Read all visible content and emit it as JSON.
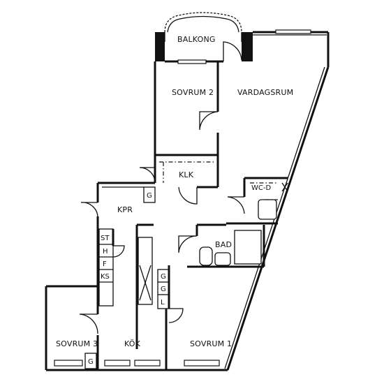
{
  "rooms": {
    "balkong": "BALKONG",
    "sovrum2": "SOVRUM 2",
    "vardagsrum": "VARDAGSRUM",
    "klk": "KLK",
    "wcd": "WC-D",
    "kpr": "KPR",
    "bad": "BAD",
    "sovrum3": "SOVRUM 3",
    "kok": "KÖK",
    "sovrum1": "SOVRUM 1"
  },
  "fixtures": {
    "g_kpr": "G",
    "st": "ST",
    "h": "H",
    "f": "F",
    "ks": "KS",
    "g1": "G",
    "g2": "G",
    "l": "L",
    "g_sovrum3": "G"
  }
}
